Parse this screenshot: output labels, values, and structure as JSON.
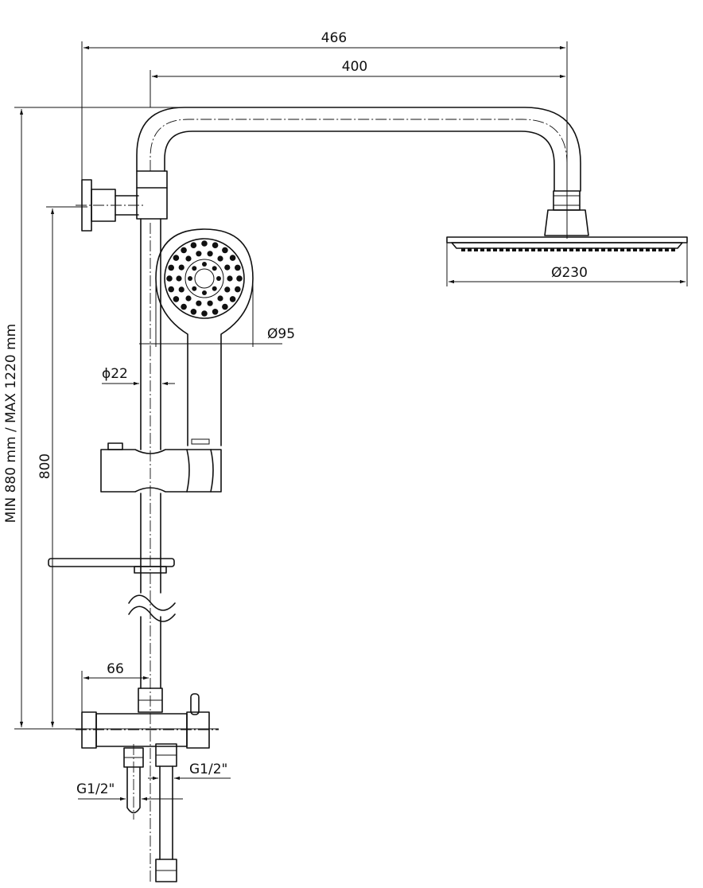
{
  "dimensions": {
    "overall_width": "466",
    "arm_length": "400",
    "height_range": "MIN 880 mm / MAX 1220 mm",
    "rail_height": "800",
    "pipe_diameter": "ϕ22",
    "hand_shower_diameter": "Ø95",
    "head_shower_diameter": "Ø230",
    "mixer_offset": "66",
    "thread_left": "G1/2\"",
    "thread_right": "G1/2\""
  },
  "colors": {
    "line": "#111111",
    "background": "#ffffff"
  }
}
